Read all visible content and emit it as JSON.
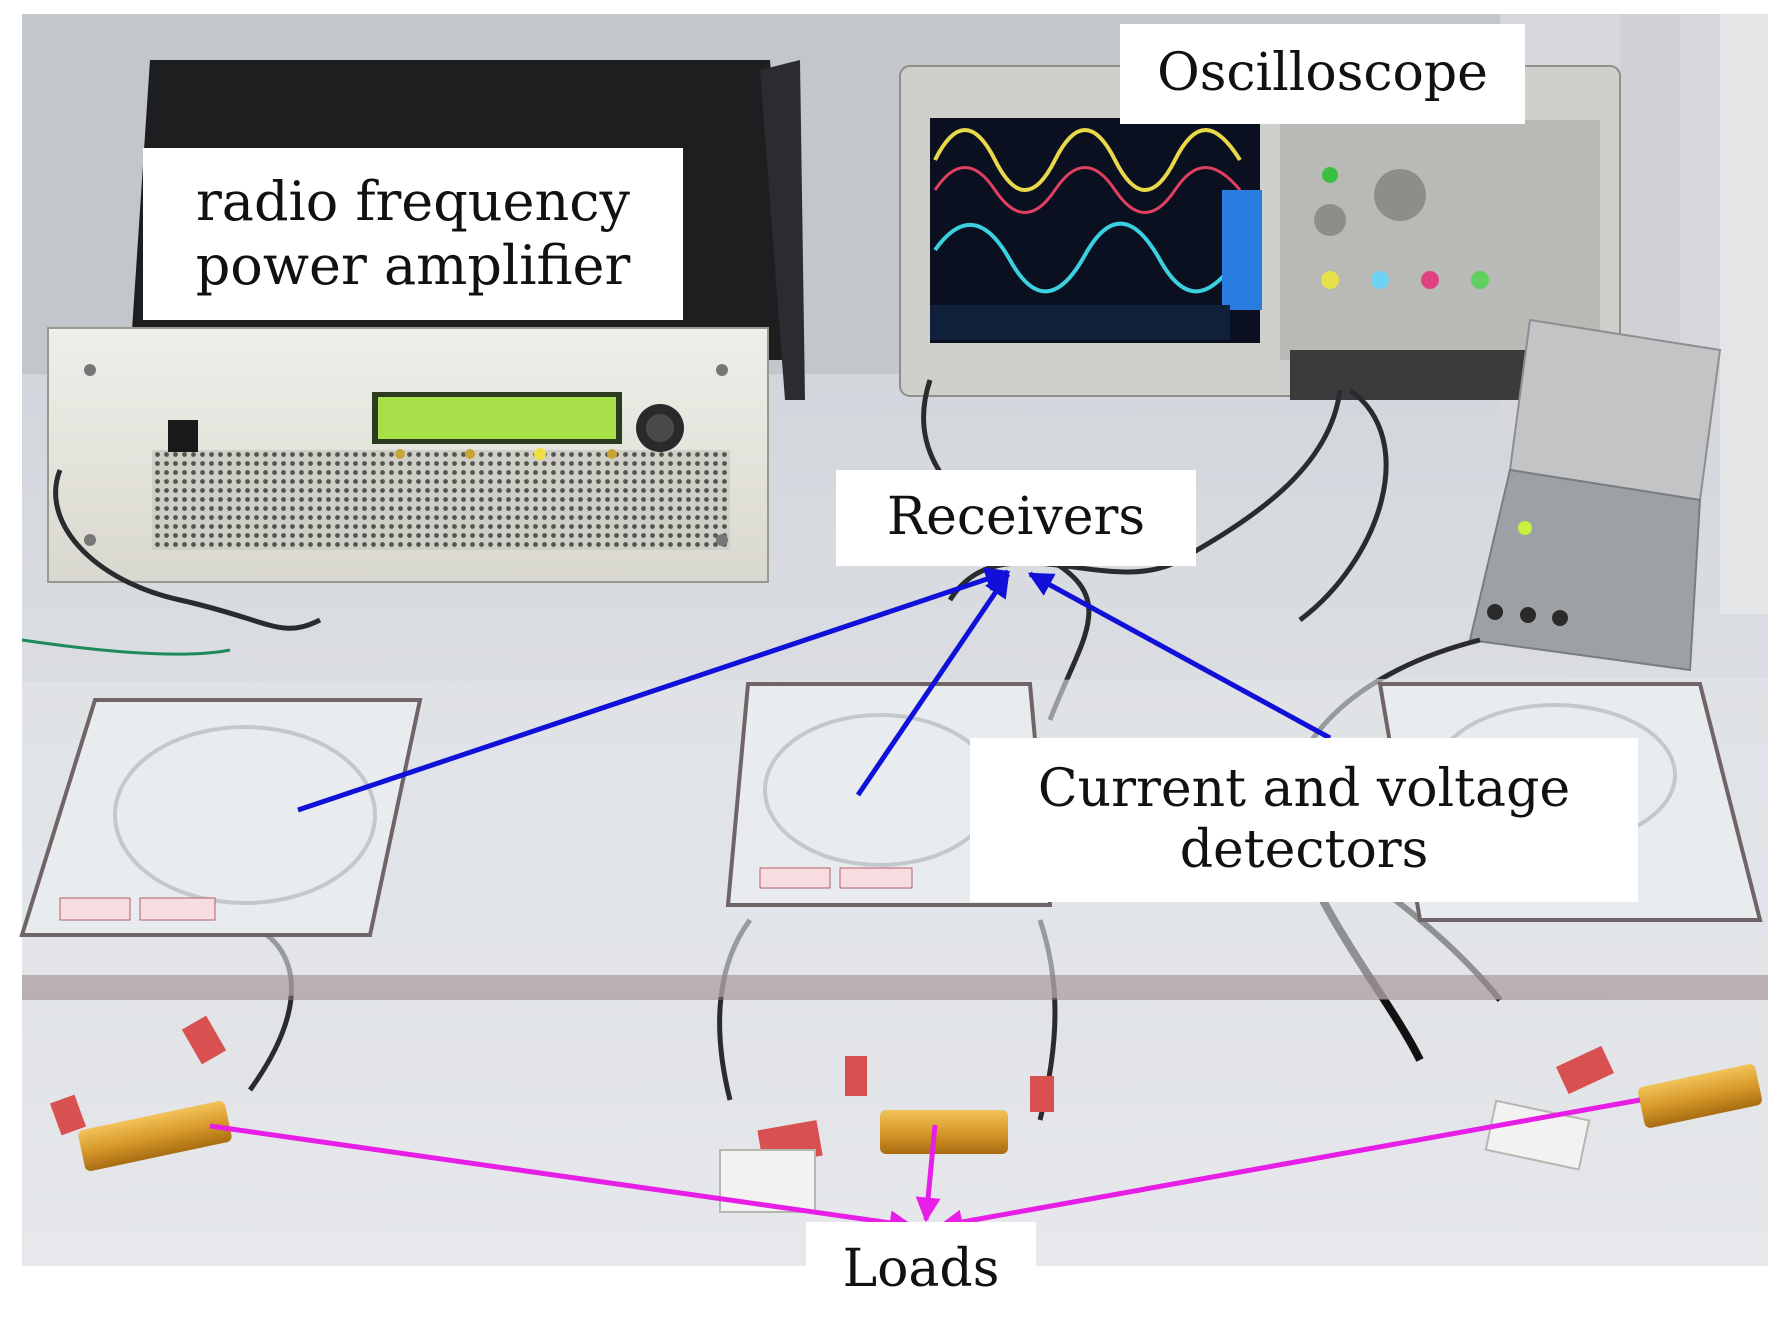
{
  "labels": {
    "rf_amplifier": [
      "radio frequency",
      "power amplifier"
    ],
    "oscilloscope": "Oscilloscope",
    "receivers": "Receivers",
    "detectors": [
      "Current and voltage",
      "detectors"
    ],
    "loads": "Loads"
  },
  "colors": {
    "receiver_arrows": "#1010d8",
    "load_arrows": "#e61ee6",
    "label_bg": "#ffffff",
    "bench": "#d9dce0",
    "wall": "#c9ccd1"
  }
}
